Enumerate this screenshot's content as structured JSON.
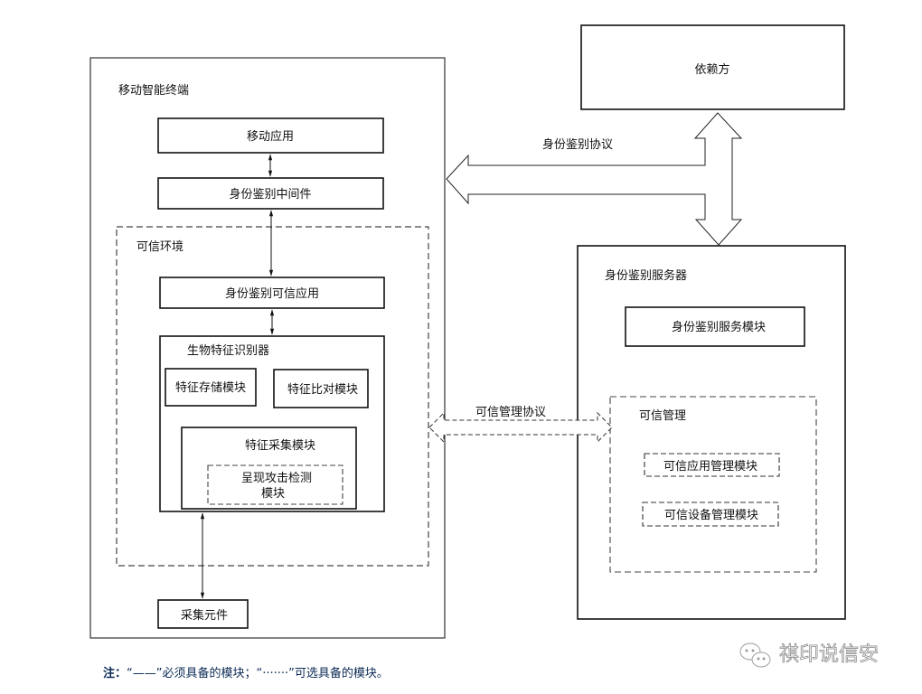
{
  "diagram": {
    "mobile_terminal": {
      "title": "移动智能终端",
      "mobile_app": "移动应用",
      "auth_middleware": "身份鉴别中间件",
      "trusted_env": {
        "title": "可信环境",
        "trusted_auth_app": "身份鉴别可信应用",
        "biometric_recognizer": {
          "title": "生物特征识别器",
          "feature_storage": "特征存储模块",
          "feature_compare": "特征比对模块",
          "feature_capture": "特征采集模块",
          "pad_line1": "呈现攻击检测",
          "pad_line2": "模块"
        }
      },
      "capture_element": "采集元件"
    },
    "relying_party": "依赖方",
    "auth_protocol": "身份鉴别协议",
    "trusted_mgmt_protocol": "可信管理协议",
    "auth_server": {
      "title": "身份鉴别服务器",
      "auth_service_module": "身份鉴别服务模块",
      "trusted_mgmt": {
        "title": "可信管理",
        "trusted_app_mgmt": "可信应用管理模块",
        "trusted_device_mgmt": "可信设备管理模块"
      }
    }
  },
  "note": {
    "prefix": "注：",
    "part1": "“——”必须具备的模块；“·······”可选具备的模块。"
  },
  "watermark": "祺印说信安"
}
